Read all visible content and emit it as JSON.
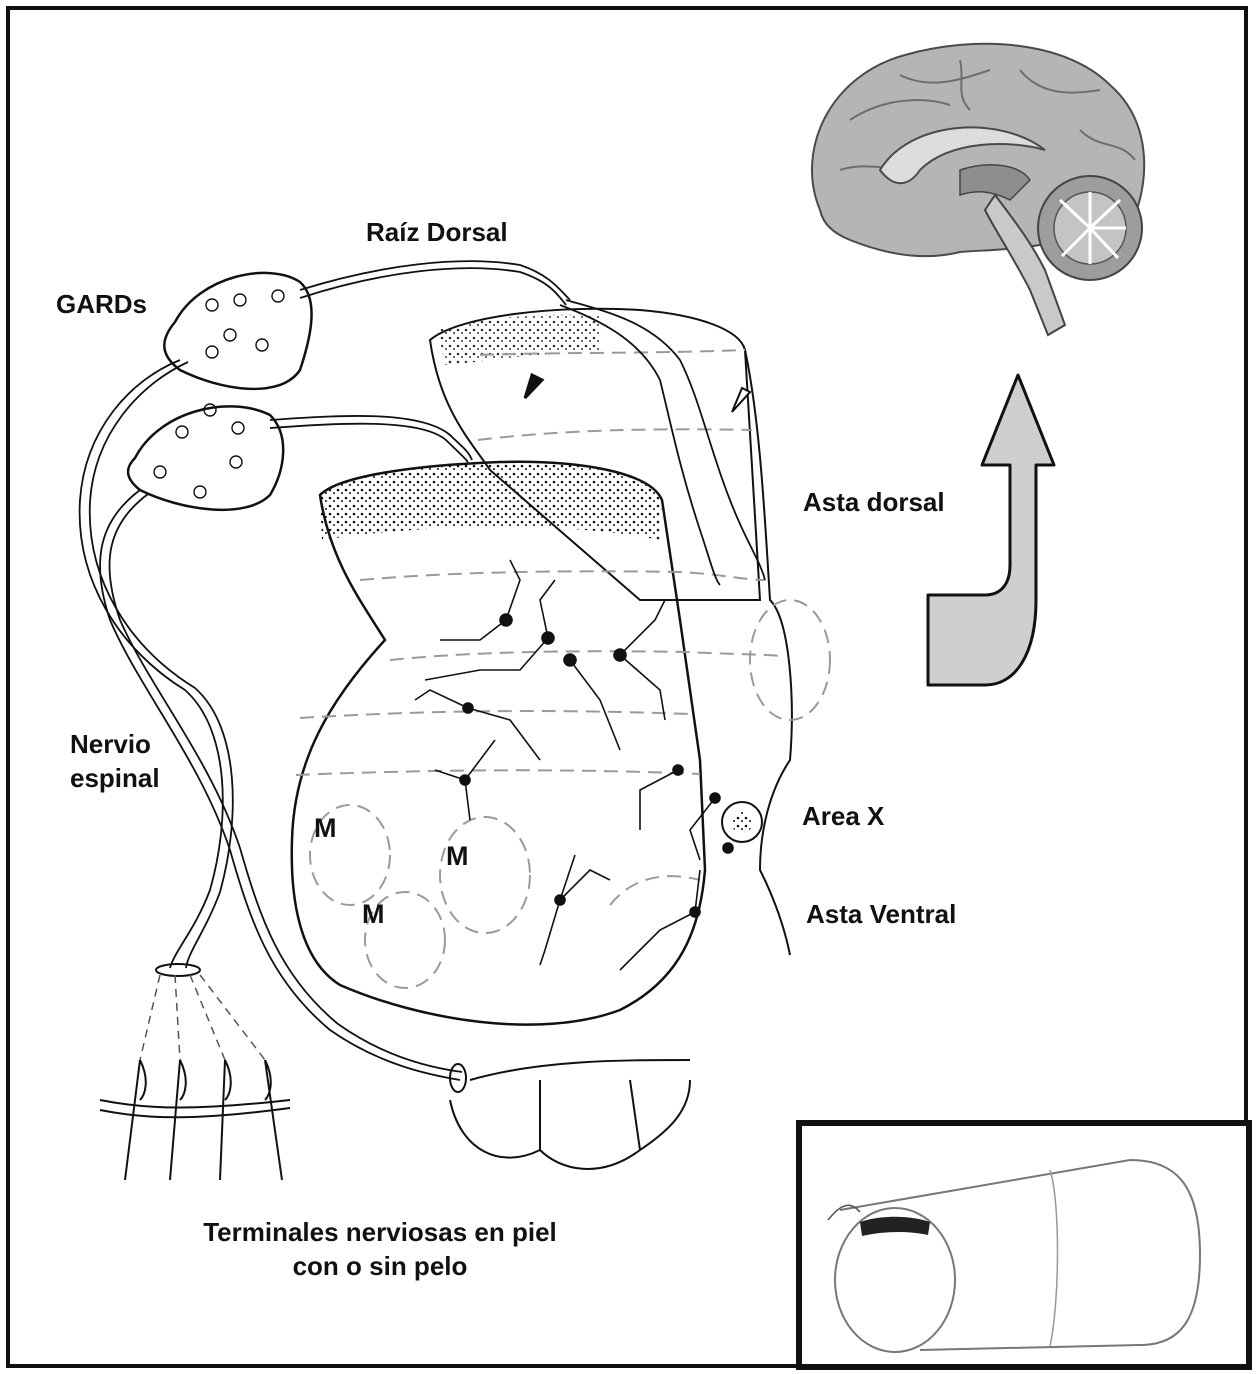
{
  "labels": {
    "raiz_dorsal": "Raíz Dorsal",
    "gards": "GARDs",
    "nervio_espinal_line1": "Nervio",
    "nervio_espinal_line2": "espinal",
    "asta_dorsal": "Asta dorsal",
    "area_x": "Area X",
    "asta_ventral": "Asta Ventral",
    "motor_pool": "M",
    "terminales_line1": "Terminales nerviosas en piel",
    "terminales_line2": "con o sin pelo"
  },
  "colors": {
    "ink": "#111111",
    "arrow_fill": "#cfcfcf",
    "brain_fill": "#b5b5b5",
    "brain_dark": "#6e6e6e",
    "dashed": "#9a9a9a"
  },
  "icons": {
    "up_arrow": "curved-up-arrow-icon",
    "brain": "brain-sagittal-icon"
  }
}
